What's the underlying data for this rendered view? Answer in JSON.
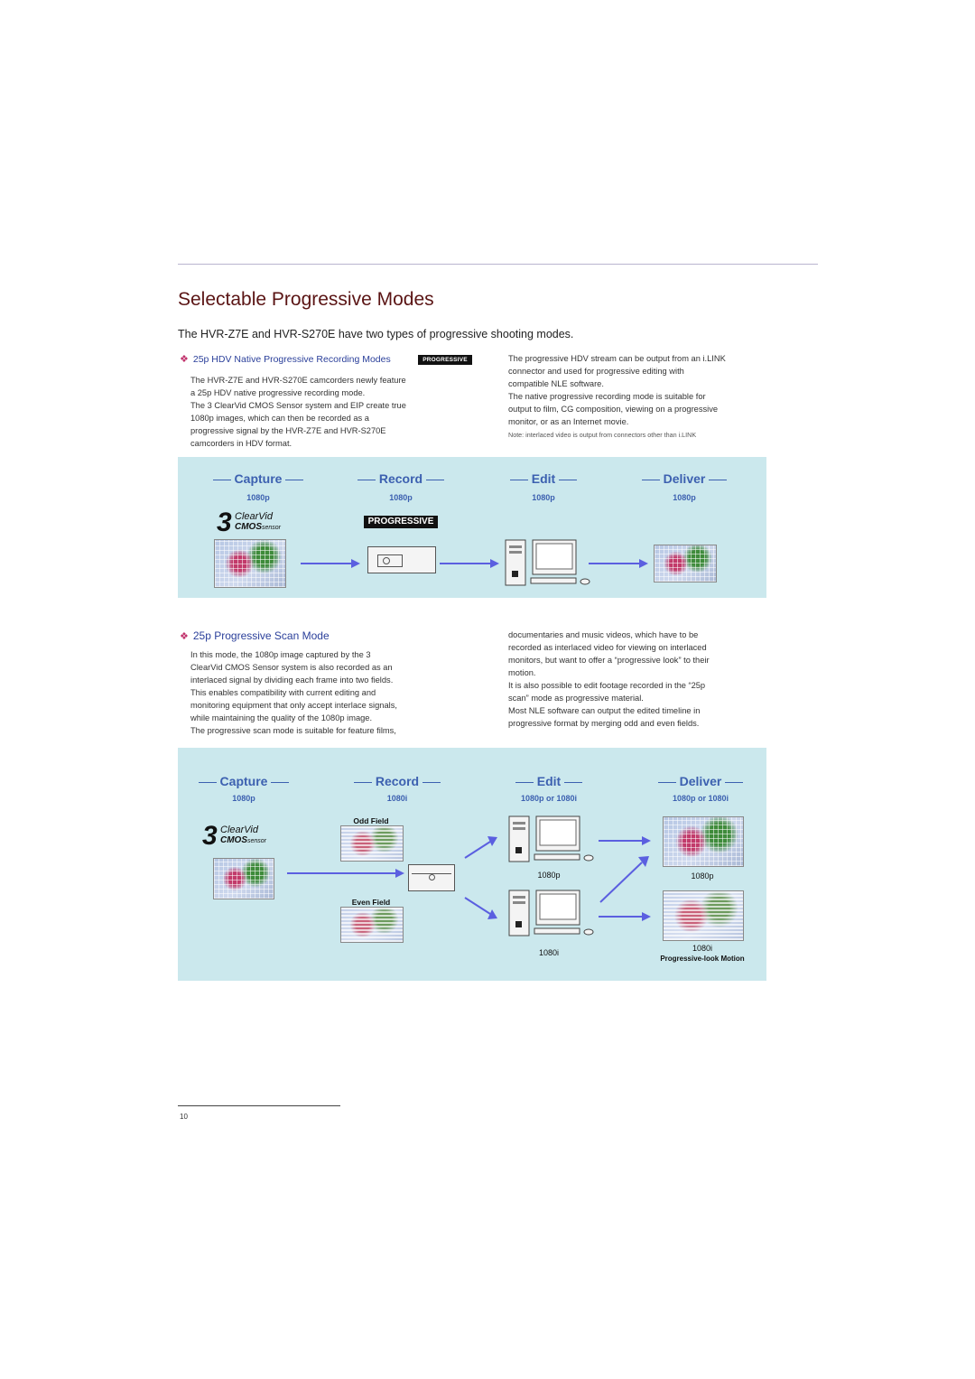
{
  "page": {
    "title": "Selectable Progressive Modes",
    "intro": "The HVR-Z7E and HVR-S270E have two types of progressive shooting modes.",
    "page_number": "10"
  },
  "section1": {
    "heading": "25p HDV Native Progressive Recording Modes",
    "badge": "PROGRESSIVE",
    "left_lines": [
      "The HVR-Z7E and HVR-S270E camcorders newly feature",
      "a 25p HDV native progressive recording mode.",
      "The 3 ClearVid CMOS Sensor system and EIP create true",
      "1080p images, which can then be recorded as a",
      "progressive signal by the HVR-Z7E and HVR-S270E",
      "camcorders in HDV format."
    ],
    "right_lines": [
      "The progressive HDV stream can be output from an i.LINK",
      "connector and used for progressive editing with",
      "compatible NLE software.",
      "The native progressive recording mode is suitable for",
      "output to film, CG composition, viewing on a progressive",
      "monitor, or as an Internet movie."
    ],
    "note": "Note: interlaced video is output from connectors other than i.LINK"
  },
  "diagram1": {
    "stages": [
      "Capture",
      "Record",
      "Edit",
      "Deliver"
    ],
    "formats": [
      "1080p",
      "1080p",
      "1080p",
      "1080p"
    ],
    "logo": {
      "numeral": "3",
      "line1": "ClearVid",
      "line2": "CMOS",
      "line2_small": "sensor"
    },
    "progressive_label": "PROGRESSIVE"
  },
  "section2": {
    "heading": "25p Progressive Scan Mode",
    "left_lines": [
      "In this mode, the 1080p image captured by the 3",
      "ClearVid CMOS Sensor system is also recorded as an",
      "interlaced signal by dividing each frame into two fields.",
      "This enables compatibility with current editing and",
      "monitoring equipment that only accept interlace signals,",
      "while maintaining the quality of the 1080p image.",
      "The progressive scan mode is suitable for feature films,"
    ],
    "right_lines": [
      "documentaries and music videos, which have to be",
      "recorded as interlaced video for viewing on interlaced",
      "monitors, but want to offer a “progressive look” to their",
      "motion.",
      "It is also possible to edit footage recorded in the “25p",
      "scan” mode as progressive material.",
      "Most NLE software can output the edited timeline in",
      "progressive format by merging odd and even fields."
    ]
  },
  "diagram2": {
    "stages": [
      "Capture",
      "Record",
      "Edit",
      "Deliver"
    ],
    "formats": [
      "1080p",
      "1080i",
      "1080p or 1080i",
      "1080p or 1080i"
    ],
    "logo": {
      "numeral": "3",
      "line1": "ClearVid",
      "line2": "CMOS",
      "line2_small": "sensor"
    },
    "odd_field": "Odd Field",
    "even_field": "Even Field",
    "edit_top_label": "1080p",
    "edit_bottom_label": "1080i",
    "deliver_top_label": "1080p",
    "deliver_bottom_label": "1080i",
    "deliver_bottom_sub": "Progressive-look Motion"
  },
  "colors": {
    "title": "#5a1414",
    "heading_blue": "#2a3f9a",
    "stage_blue": "#3c60b0",
    "panel_bg": "#cbe8ed",
    "arrow": "#5b5fe0",
    "bullet": "#c0306a"
  }
}
